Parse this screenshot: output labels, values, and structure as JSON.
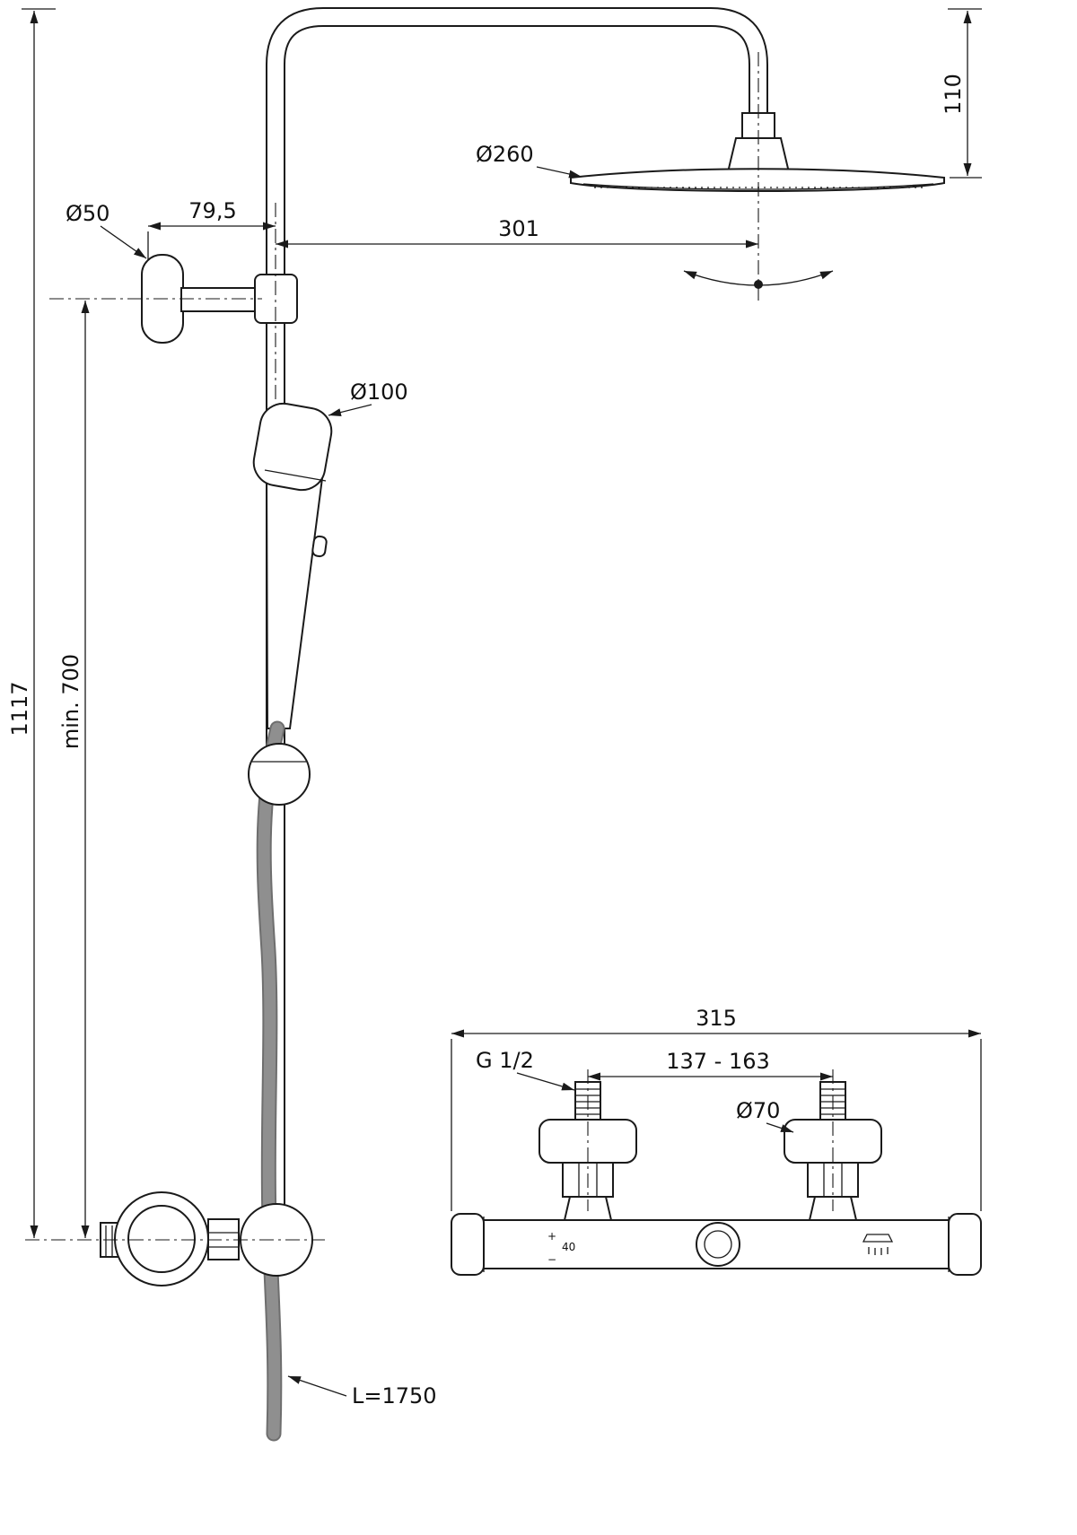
{
  "labels": {
    "total_height": "1117",
    "min_height": "min. 700",
    "bracket_diameter": "Ø50",
    "bracket_offset": "79,5",
    "head_offset": "301",
    "head_diameter": "Ø260",
    "arm_drop": "110",
    "handshower_diameter": "Ø100",
    "hose_length": "L=1750",
    "mixer_width": "315",
    "connection_range": "137 - 163",
    "thread_size": "G 1/2",
    "connector_diameter": "Ø70",
    "temp_mark": "40",
    "plus": "+",
    "minus": "−"
  },
  "colors": {
    "line": "#1a1a1a",
    "hose": "#8f8f8f",
    "background": "#ffffff"
  }
}
